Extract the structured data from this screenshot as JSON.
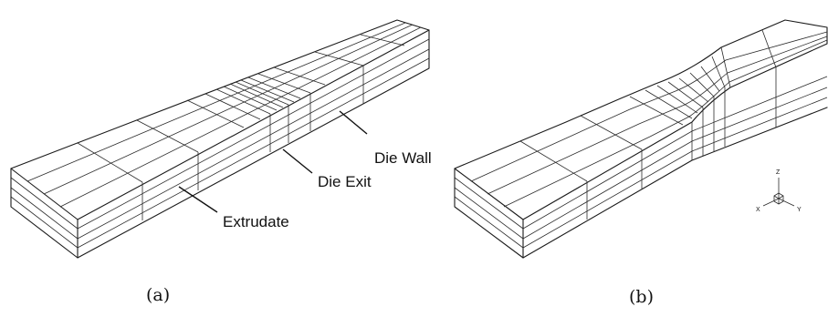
{
  "panel_a": {
    "labels": {
      "die_wall": "Die Wall",
      "die_exit": "Die Exit",
      "extrudate": "Extrudate"
    },
    "caption": "(a)"
  },
  "panel_b": {
    "caption": "(b)",
    "axes": {
      "z": "Z",
      "x": "X",
      "y": "Y"
    }
  }
}
